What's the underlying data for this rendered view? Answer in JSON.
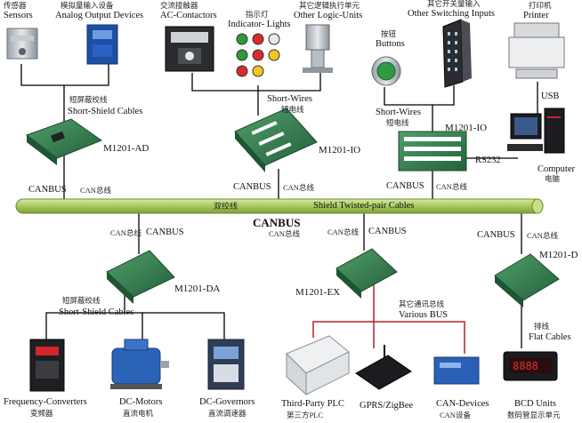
{
  "colors": {
    "bus": "#a6c95c",
    "bus_dark": "#6f8f2c",
    "wire": "#000000",
    "wire_red": "#b2232b",
    "board": "#3d8a5a"
  },
  "top": {
    "sensors": {
      "zh": "传感器",
      "en": "Sensors"
    },
    "analog": {
      "zh": "模拟量输入设备",
      "en": "Analog Output Devices"
    },
    "contactors": {
      "zh": "交流接触器",
      "en": "AC-Contactors"
    },
    "indicator": {
      "zh": "指示灯",
      "en": "Indicator- Lights"
    },
    "logic": {
      "zh": "其它逻辑执行单元",
      "en": "Other Logic-Units"
    },
    "switching": {
      "zh": "其它开关量输入",
      "en": "Other Switching Inputs"
    },
    "printer": {
      "zh": "打印机",
      "en": "Printer"
    },
    "buttons": {
      "zh": "按钮",
      "en": "Buttons"
    }
  },
  "modules": {
    "ad": "M1201-AD",
    "io1": "M1201-IO",
    "io2": "M1201-IO",
    "da": "M1201-DA",
    "ex": "M1201-EX",
    "d": "M1201-D"
  },
  "cables": {
    "shield_zh": "短屏蔽绞线",
    "shield_en": "Short-Shield Cables",
    "wires_en": "Short-Wires",
    "wires_zh": "短电线",
    "wires2_en": "Short-Wires",
    "wires2_zh": "短电线",
    "usb": "USB",
    "rs232": "RS232",
    "shield2_zh": "短屏蔽绞线",
    "shield2_en": "Short-Shield Cables",
    "bus_zh": "其它通讯总线",
    "bus_en": "Various BUS",
    "flat_zh": "排线",
    "flat_en": "Flat Cables"
  },
  "canbus": {
    "en": "CANBUS",
    "zh": "CAN总线",
    "bus_zh": "双绞线",
    "bus_en": "Shield Twisted-pair  Cables",
    "title_en": "CANBUS",
    "title_zh": "CAN总线"
  },
  "computer": {
    "en": "Computer",
    "zh": "电脑"
  },
  "bottom": {
    "freq": {
      "en": "Frequency-Converters",
      "zh": "变频器"
    },
    "motor": {
      "en": "DC-Motors",
      "zh": "直流电机"
    },
    "gov": {
      "en": "DC-Governors",
      "zh": "直流调速器"
    },
    "plc": {
      "en": "Third-Party PLC",
      "zh": "第三方PLC"
    },
    "gprs": {
      "en": "GPRS/ZigBee"
    },
    "candev": {
      "en": "CAN-Devices",
      "zh": "CAN设备"
    },
    "bcd": {
      "en": "BCD Units",
      "zh": "数码管显示单元"
    }
  }
}
